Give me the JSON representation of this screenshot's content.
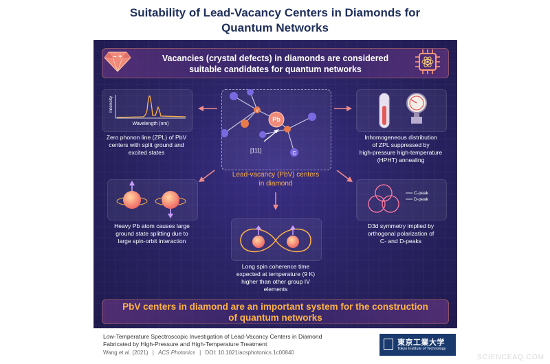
{
  "title": {
    "line1": "Suitability of Lead-Vacancy Centers in Diamonds for",
    "line2": "Quantum Networks"
  },
  "top_banner": {
    "line1": "Vacancies (crystal defects) in diamonds are considered",
    "line2": "suitable candidates for quantum networks"
  },
  "center": {
    "caption_line1": "Lead-vacancy (PbV) centers",
    "caption_line2": "in diamond",
    "labels": {
      "pb": "Pb",
      "v": "V",
      "c": "C",
      "direction": "[111]"
    }
  },
  "spectrum": {
    "y_label": "Intensity",
    "x_label": "Wavelength (nm)",
    "caption": [
      "Zero phonon line (ZPL) of PbV",
      "centers with split ground and",
      "excited states"
    ]
  },
  "hpht": {
    "caption": [
      "Inhomogeneous distribution",
      "of ZPL suppressed by",
      "high-pressure high-temperature",
      "(HPHT) annealing"
    ]
  },
  "spin": {
    "caption": [
      "Heavy Pb atom causes large",
      "ground state splitting due to",
      "large spin-orbit interaction"
    ]
  },
  "coherence": {
    "caption": [
      "Long spin coherence time",
      "expected at temperature (9 K)",
      "higher than other group IV",
      "elements"
    ]
  },
  "symmetry": {
    "legend": [
      "C-peak",
      "D-peak"
    ],
    "caption": [
      "D3d symmetry implied by",
      "orthogonal polarization of",
      "C- and D-peaks"
    ]
  },
  "bottom_banner": {
    "line1": "PbV centers in diamond are an important system for the construction",
    "line2": "of quantum networks"
  },
  "footer": {
    "paper_line1": "Low-Temperature Spectroscopic Investigation of Lead-Vacancy Centers in Diamond",
    "paper_line2": "Fabricated by High-Pressure and High-Temperature Treatment",
    "authors": "Wang et al. (2021)",
    "journal": "ACS Photonics",
    "doi": "DOI: 10.1021/acsphotonics.1c00840",
    "sep": "|"
  },
  "logo": {
    "jp": "東京工業大学",
    "en": "Tokyo Institute of Technology"
  },
  "watermark": "SCIENCEAQ.COM",
  "colors": {
    "panel": "#2b2466",
    "accent_orange": "#ffb347",
    "arrow_pink": "#f08a8a",
    "title_navy": "#1f2f5c"
  }
}
